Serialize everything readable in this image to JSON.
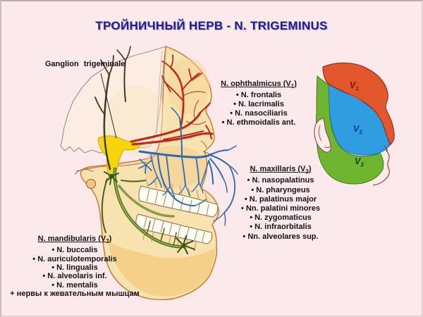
{
  "title": "ТРОЙНИЧНЫЙ НЕРВ - N. TRIGEMINUS",
  "ganglion_label": "Ganglion trigeminale",
  "nerve_blocks": {
    "ophthalmicus": {
      "header_prefix": "N. ophthalmicus (V",
      "header_sub": "1",
      "header_suffix": ")",
      "items": [
        "• N. frontalis",
        "• N. lacrimalis",
        "• N. nasociliaris",
        "• N. ethmoidalis ant."
      ]
    },
    "maxillaris": {
      "header_prefix": "N. maxillaris (V",
      "header_sub": "2",
      "header_suffix": ")",
      "items": [
        "• N. nasopalatinus",
        "• N. pharyngeus",
        "• N. palatinus major",
        "• Nn. palatini minores",
        "• N. zygomaticus",
        "• N. infraorbitalis",
        "• Nn. alveolares sup."
      ]
    },
    "mandibularis": {
      "header_prefix": "N. mandibularis (V",
      "header_sub": "3",
      "header_suffix": ")",
      "items": [
        "• N. buccalis",
        "• N. auriculotemporalis",
        "• N. lingualis",
        "• N. alveolaris inf.",
        "• N. mentalis"
      ],
      "note": "+ нервы к жевательным мышцам"
    }
  },
  "face_map": {
    "v1": {
      "letter": "V",
      "sub": "1"
    },
    "v2": {
      "letter": "V",
      "sub": "2"
    },
    "v3": {
      "letter": "V",
      "sub": "3"
    }
  },
  "colors": {
    "background": "#FCE9EC",
    "title_text": "#1D1D8F",
    "v1_region": "#E2572B",
    "v2_region": "#2F9DE0",
    "v3_region": "#6FB52F",
    "ophthalmic_nerve": "#C22418",
    "maxillary_nerve": "#2A6AB0",
    "mandibular_nerve_dark": "#4A681C",
    "mandibular_nerve_light": "#93B344",
    "ganglion": "#F6D60A",
    "skull_bone": "#F8E2B0"
  }
}
